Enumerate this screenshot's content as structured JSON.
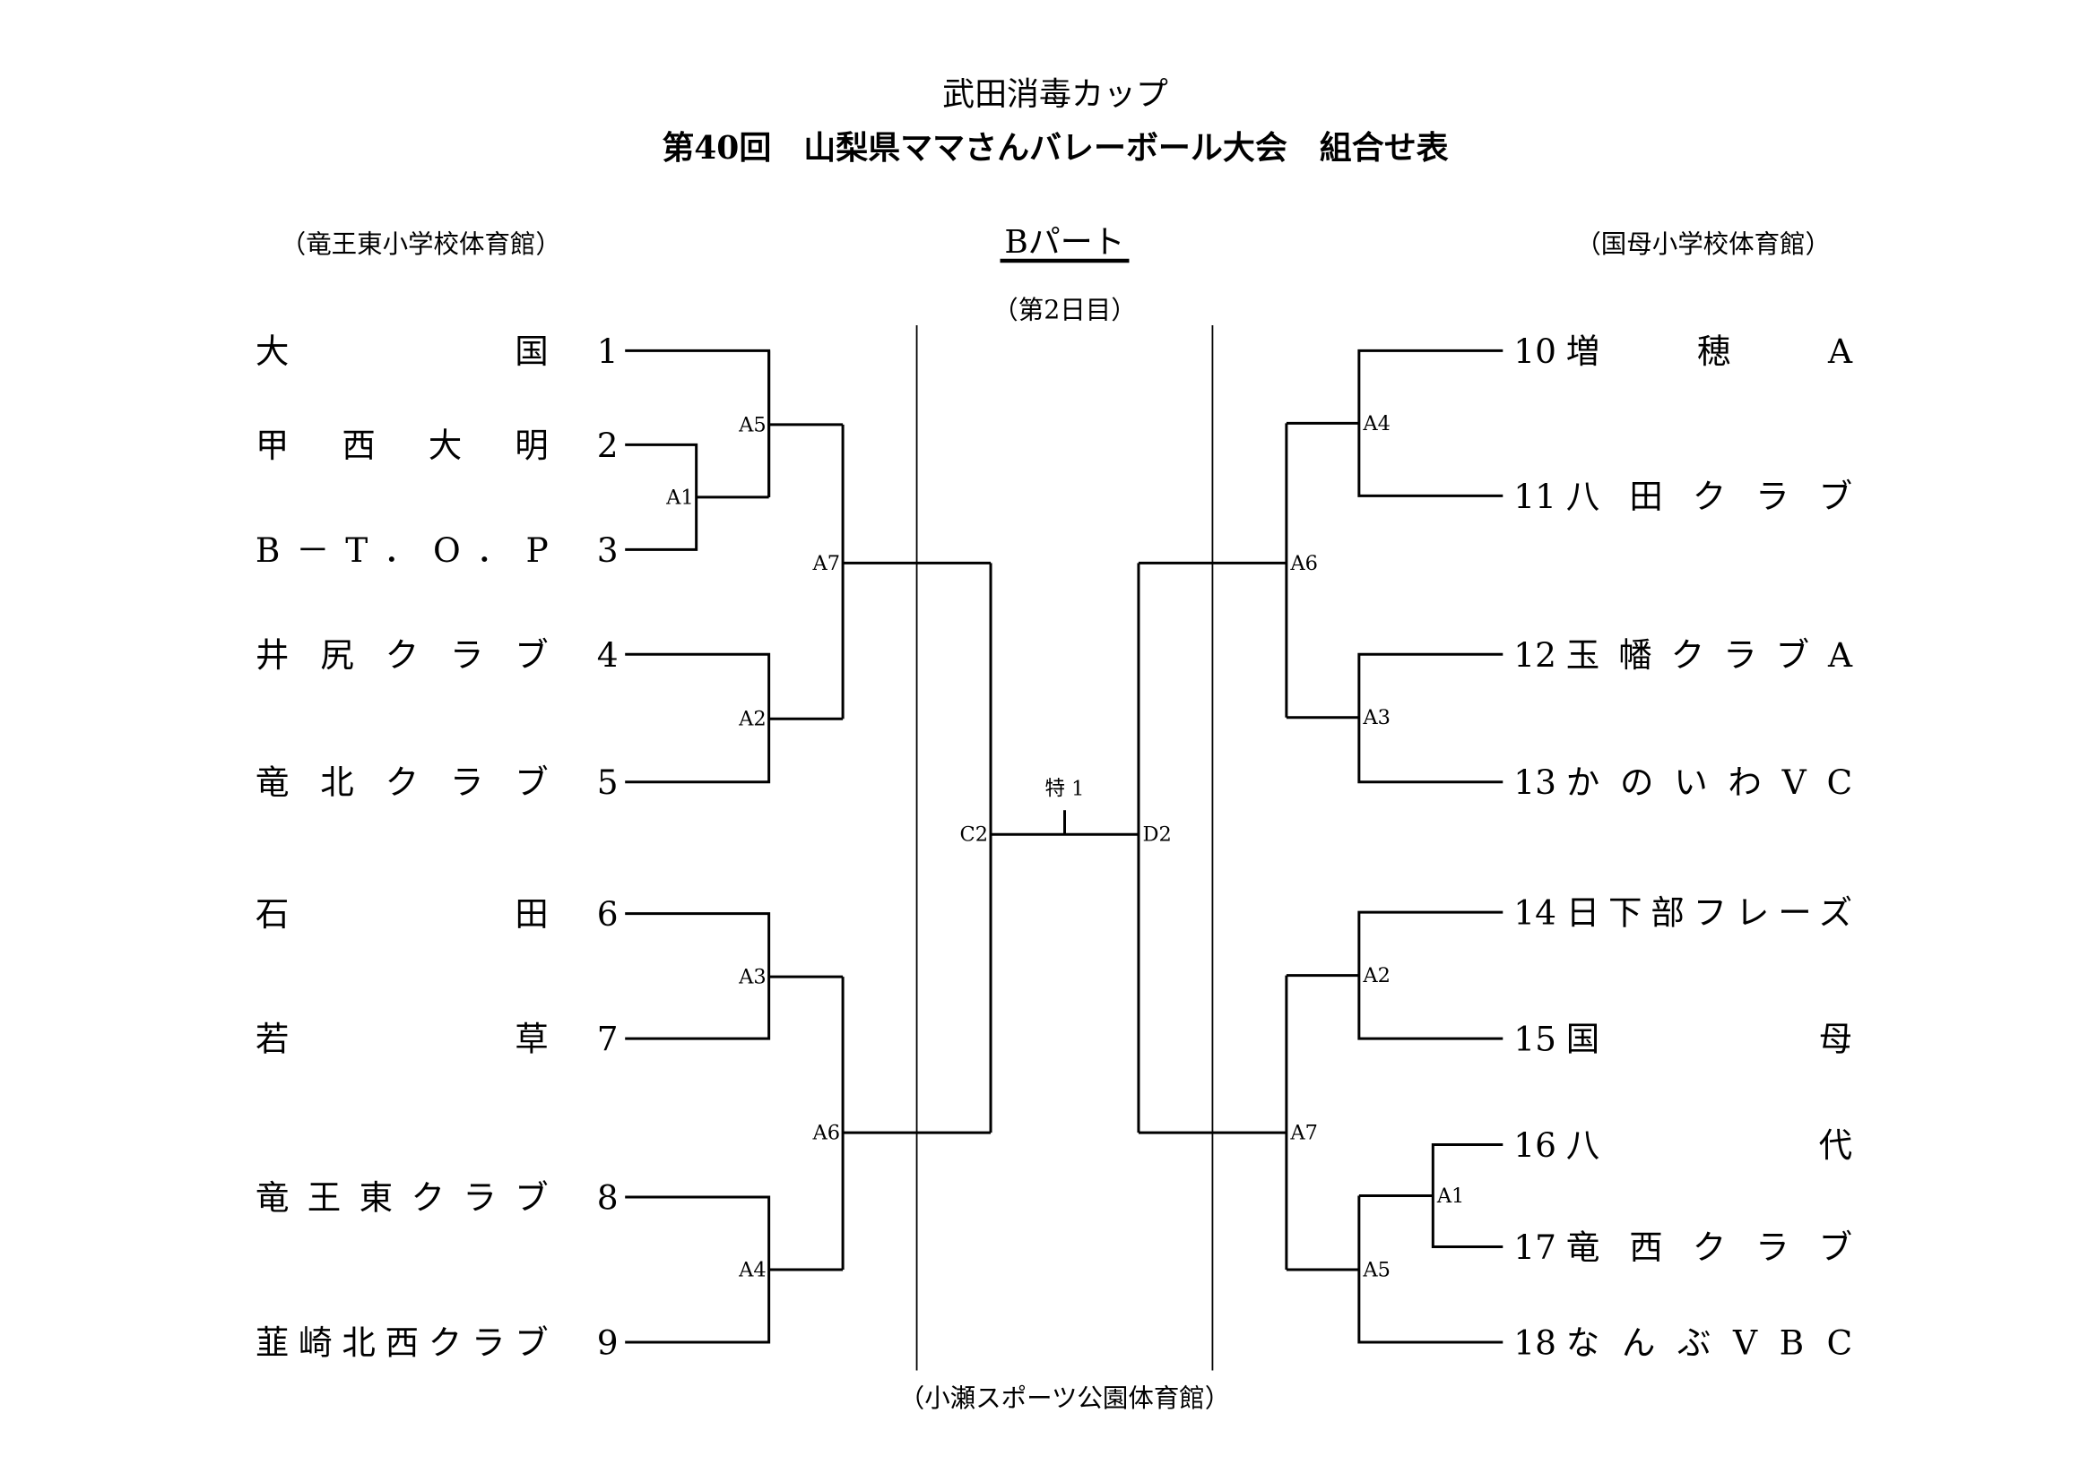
{
  "header": {
    "sponsor": "武田消毒カップ",
    "title": "第40回　山梨県ママさんバレーボール大会　組合せ表",
    "part": "Bパート",
    "day": "（第2日目）",
    "venue_left": "（竜王東小学校体育館）",
    "venue_right": "（国母小学校体育館）",
    "venue_center": "（小瀬スポーツ公園体育館）"
  },
  "left_teams": [
    {
      "no": "1",
      "name": "大国"
    },
    {
      "no": "2",
      "name": "甲西大明"
    },
    {
      "no": "3",
      "name": "B－T．O．P"
    },
    {
      "no": "4",
      "name": "井尻クラブ"
    },
    {
      "no": "5",
      "name": "竜北クラブ"
    },
    {
      "no": "6",
      "name": "石田"
    },
    {
      "no": "7",
      "name": "若草"
    },
    {
      "no": "8",
      "name": "竜王東クラブ"
    },
    {
      "no": "9",
      "name": "韮崎北西クラブ"
    }
  ],
  "right_teams": [
    {
      "no": "10",
      "name": "増穂A"
    },
    {
      "no": "11",
      "name": "八田クラブ"
    },
    {
      "no": "12",
      "name": "玉幡クラブA"
    },
    {
      "no": "13",
      "name": "かのいわVC"
    },
    {
      "no": "14",
      "name": "日下部フレーズ"
    },
    {
      "no": "15",
      "name": "国母"
    },
    {
      "no": "16",
      "name": "八代"
    },
    {
      "no": "17",
      "name": "竜西クラブ"
    },
    {
      "no": "18",
      "name": "なんぶVBC"
    }
  ],
  "match_labels": {
    "left": [
      "A1",
      "A5",
      "A2",
      "A7",
      "A3",
      "A4",
      "A6",
      "C2"
    ],
    "right": [
      "A4",
      "A3",
      "A6",
      "A2",
      "A1",
      "A5",
      "A7",
      "D2"
    ],
    "final": "特 1"
  }
}
